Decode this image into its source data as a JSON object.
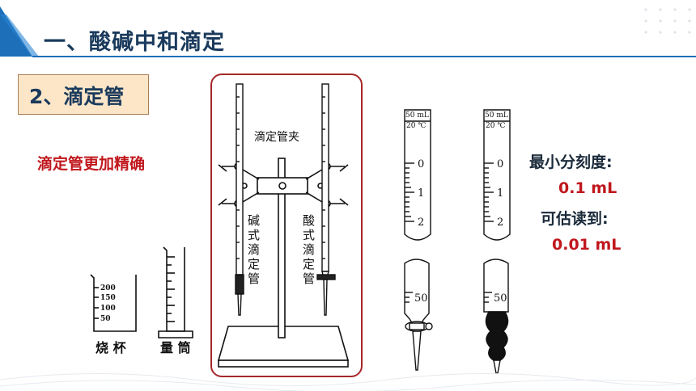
{
  "header": {
    "title": "一、酸碱中和滴定"
  },
  "section": {
    "label": "2、滴定管"
  },
  "note": {
    "text": "滴定管更加精确"
  },
  "apparatus": {
    "beaker_label": "烧 杯",
    "beaker_marks": [
      "200",
      "150",
      "100",
      "50"
    ],
    "cylinder_label": "量 筒",
    "clamp_label": "滴定管夹",
    "base_burette_label": [
      "碱",
      "式",
      "滴",
      "定",
      "管"
    ],
    "acid_burette_label": [
      "酸",
      "式",
      "滴",
      "定",
      "管"
    ],
    "burette_top_1": "50 mL",
    "burette_temp_1": "20 ℃",
    "burette_top_2": "50 mL",
    "burette_temp_2": "20 ℃",
    "scale_marks": [
      "0",
      "1",
      "2"
    ],
    "bottom_mark": "50"
  },
  "info": {
    "min_division_label": "最小分刻度:",
    "min_division_value": "0.1 mL",
    "estimate_label": "可估读到:",
    "estimate_value": "0.01 mL"
  },
  "colors": {
    "title": "#1a3a5c",
    "accent_red": "#c0171d",
    "frame": "#a6272a",
    "section_bg": "#fde6c8"
  }
}
